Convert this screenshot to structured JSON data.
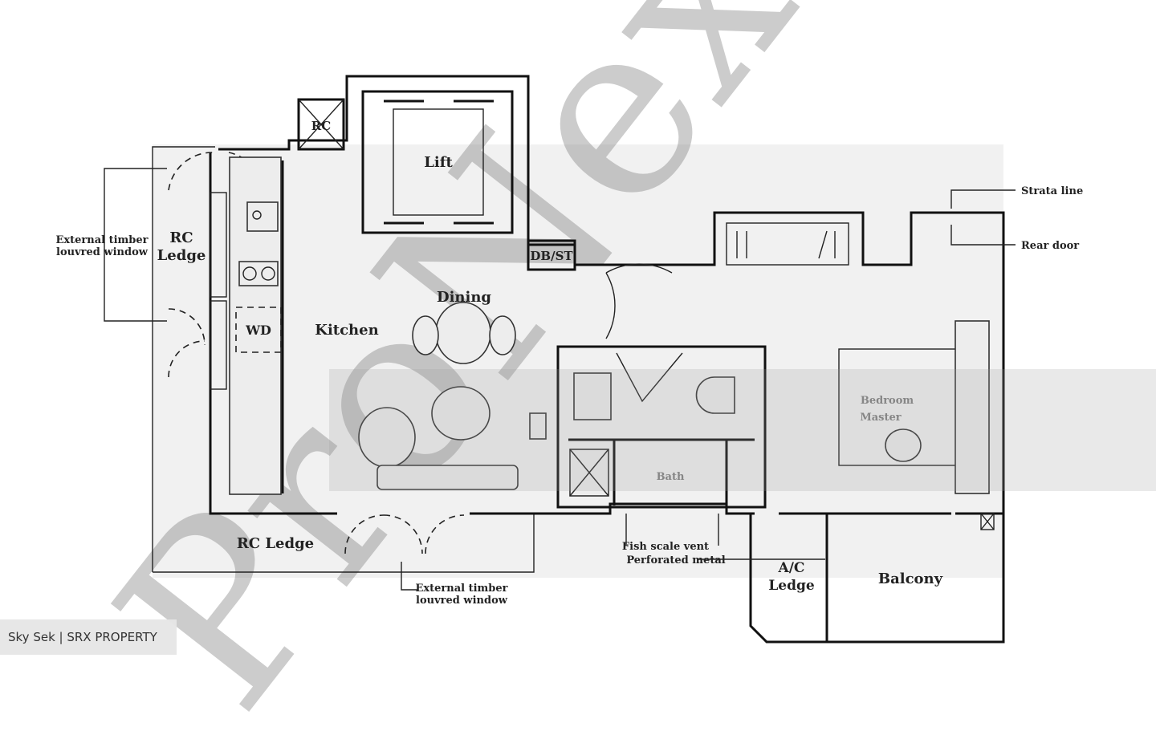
{
  "rooms": {
    "rc_left": "RC",
    "rc_left_2": "Ledge",
    "kitchen": "Kitchen",
    "dining": "Dining",
    "lift": "Lift",
    "rc_shaft": "RC",
    "db_st": "DB/ST",
    "wd": "WD",
    "rc_ledge_bottom": "RC Ledge",
    "ac_ledge_1": "A/C",
    "ac_ledge_2": "Ledge",
    "balcony": "Balcony",
    "bath_1": "Bath",
    "bedroom_1": "Bedroom",
    "bedroom_2": "Master"
  },
  "annotations": {
    "ext_window_left_1": "External timber",
    "ext_window_left_2": "louvred window",
    "ext_window_bottom_1": "External timber",
    "ext_window_bottom_2": "louvred window",
    "strata_line": "Strata line",
    "rear_door": "Rear door",
    "fish_scale": "Fish scale vent",
    "perforated": "Perforated metal"
  },
  "watermark": "ProNex",
  "caption": "Sky Sek | SRX PROPERTY"
}
